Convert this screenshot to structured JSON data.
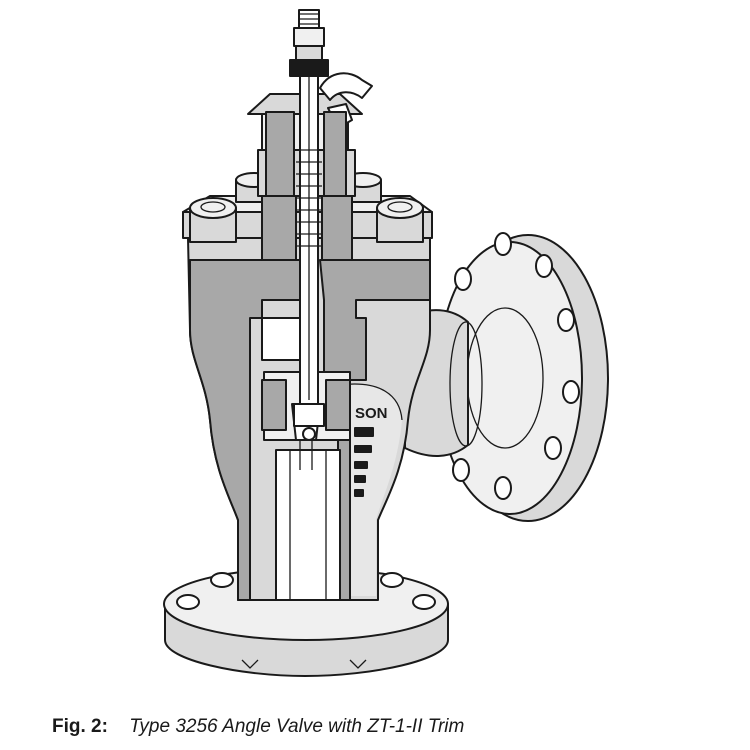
{
  "figure": {
    "label": "Fig. 2:",
    "caption": "Type 3256 Angle Valve with ZT-1-II Trim",
    "body_marking": "SON",
    "colors": {
      "outline": "#1a1a1a",
      "body_fill": "#d9d9d9",
      "body_light": "#f0f0f0",
      "section_fill": "#a8a8a8",
      "background": "#ffffff"
    }
  }
}
